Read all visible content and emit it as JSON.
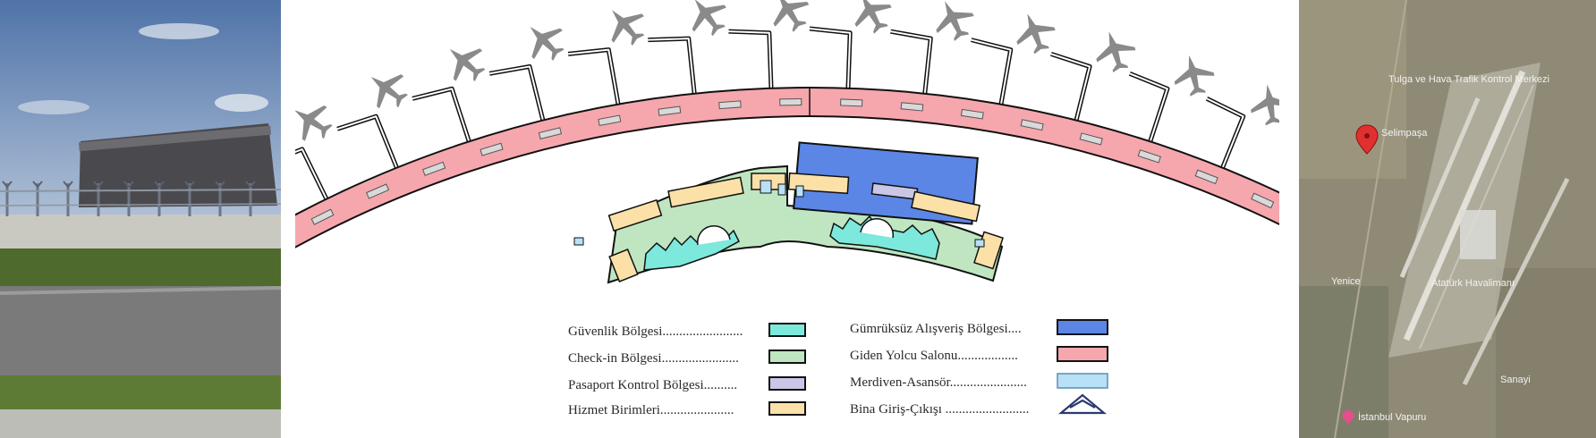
{
  "legend": {
    "items": [
      {
        "label": "Güvenlik Bölgesi........................",
        "color": "#7de8dc"
      },
      {
        "label": "Check-in Bölgesi.......................",
        "color": "#bfe6c1"
      },
      {
        "label": "Pasaport Kontrol Bölgesi..........",
        "color": "#c9c6e6"
      },
      {
        "label": "Hizmet Birimleri......................",
        "color": "#fbe0a8"
      },
      {
        "label": "Gümrüksüz Alışveriş Bölgesi....",
        "color": "#5b86e6"
      },
      {
        "label": "Giden Yolcu Salonu..................",
        "color": "#f5a7ad"
      },
      {
        "label": "Merdiven-Asansör.......................",
        "color": "#b8e0f6"
      },
      {
        "label": "Bina Giriş-Çıkışı .........................",
        "color": "#2a3a70"
      }
    ]
  },
  "map": {
    "labels": [
      "Tulga ve Hava Trafik Kontrol Merkezi",
      "Selimpaşa",
      "Yenice",
      "Atatürk Havalimanı",
      "Sanayi",
      "İstanbul Vapuru"
    ]
  },
  "colors": {
    "security": "#7de8dc",
    "checkin": "#bfe6c1",
    "passport": "#c9c6e6",
    "service": "#fbe0a8",
    "dutyfree": "#5b86e6",
    "lounge": "#f5a7ad",
    "stairs": "#b8e0f6",
    "aircraft": "#8a8a8a"
  }
}
